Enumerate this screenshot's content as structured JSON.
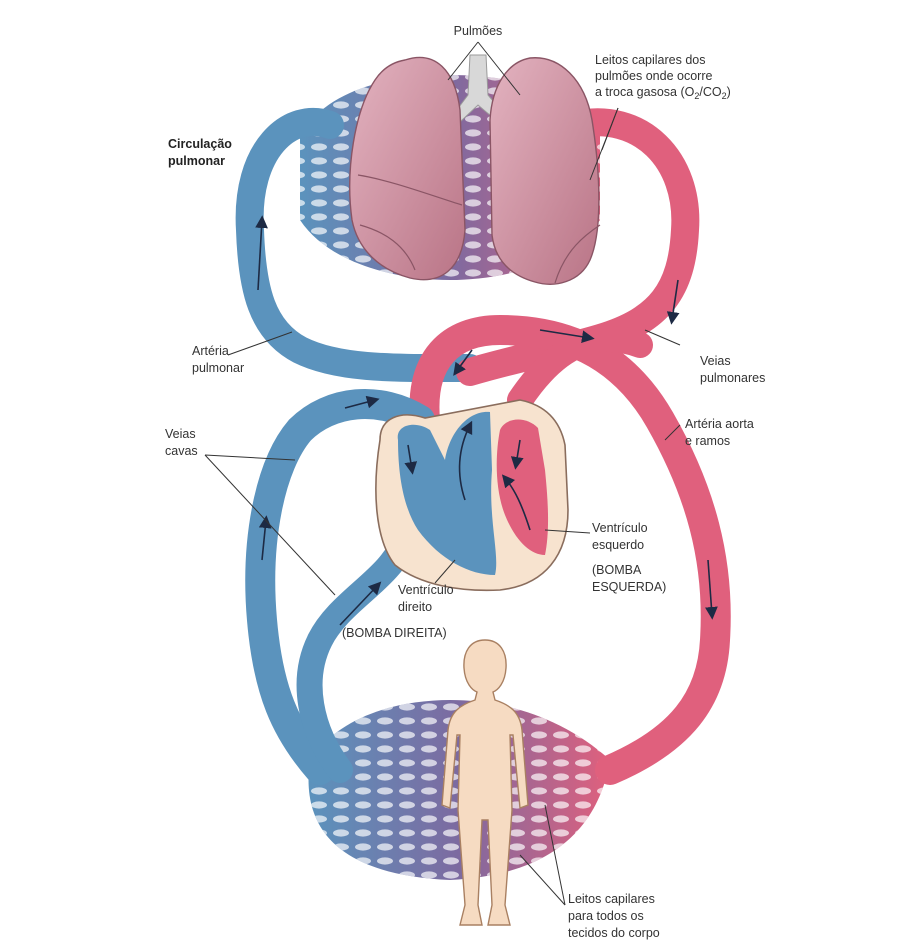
{
  "colors": {
    "oxygenated": "#e0607d",
    "deoxygenated": "#5b93bd",
    "capillary_mix": "#7d6aa0",
    "lung": "#c98a99",
    "heart_bg": "#f7e3cf",
    "body": "#f6dbc2"
  },
  "labels": {
    "pulmoes": "Pulmões",
    "leitos_pulmoes": [
      "Leitos capilares dos",
      "pulmões onde ocorre"
    ],
    "leitos_pulmoes_gas_prefix": "a troca gasosa (O",
    "leitos_pulmoes_gas_sub1": "2",
    "leitos_pulmoes_gas_mid": "/CO",
    "leitos_pulmoes_gas_sub2": "2",
    "leitos_pulmoes_gas_suffix": ")",
    "circulacao": [
      "Circulação",
      "pulmonar"
    ],
    "arteria_pulmonar": [
      "Artéria",
      "pulmonar"
    ],
    "veias_pulmonares": [
      "Veias",
      "pulmonares"
    ],
    "veias_cavas": [
      "Veias",
      "cavas"
    ],
    "arteria_aorta": [
      "Artéria aorta",
      "e ramos"
    ],
    "ventriculo_esquerdo": [
      "Ventrículo",
      "esquerdo"
    ],
    "bomba_esquerda": [
      "(BOMBA",
      "ESQUERDA)"
    ],
    "ventriculo_direito": [
      "Ventrículo",
      "direito"
    ],
    "bomba_direita": "(BOMBA DIREITA)",
    "leitos_corpo": [
      "Leitos capilares",
      "para todos os",
      "tecidos do corpo"
    ]
  }
}
